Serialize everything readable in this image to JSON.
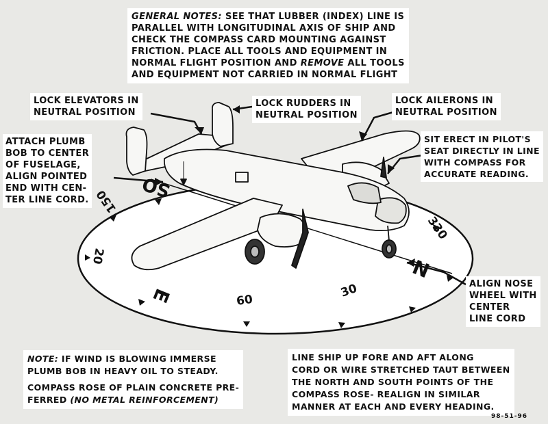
{
  "general_notes": {
    "heading": "GENERAL NOTES:",
    "line1_rest": "SEE THAT LUBBER (INDEX) LINE IS",
    "line2": "PARALLEL WITH LONGITUDINAL AXIS OF SHIP AND",
    "line3": "CHECK THE COMPASS CARD MOUNTING AGAINST",
    "line4": "FRICTION. PLACE ALL TOOLS AND EQUIPMENT IN",
    "line5_a": "NORMAL FLIGHT POSITION AND",
    "line5_em": "REMOVE",
    "line5_b": "ALL TOOLS",
    "line6": "AND EQUIPMENT NOT CARRIED IN NORMAL FLIGHT"
  },
  "callouts": {
    "lock_elevators": [
      "LOCK ELEVATORS IN",
      "NEUTRAL POSITION"
    ],
    "lock_rudders": [
      "LOCK RUDDERS IN",
      "NEUTRAL POSITION"
    ],
    "lock_ailerons": [
      "LOCK AILERONS IN",
      "NEUTRAL POSITION"
    ],
    "plumb_bob": [
      "ATTACH PLUMB",
      "BOB TO CENTER",
      "OF FUSELAGE,",
      "ALIGN POINTED",
      "END WITH CEN-",
      "TER LINE CORD."
    ],
    "sit_erect": [
      "SIT ERECT IN PILOT'S",
      "SEAT DIRECTLY IN LINE",
      "WITH COMPASS FOR",
      "ACCURATE READING."
    ],
    "align_nose": [
      "ALIGN NOSE",
      "WHEEL WITH",
      "CENTER",
      "LINE CORD"
    ]
  },
  "note": {
    "heading": "NOTE:",
    "line1_rest": "IF WIND IS BLOWING IMMERSE",
    "line2": "PLUMB BOB IN HEAVY OIL TO STEADY.",
    "line3": "COMPASS ROSE OF PLAIN CONCRETE PRE-",
    "line4_a": "FERRED",
    "line4_em": "(NO METAL REINFORCEMENT)"
  },
  "line_ship": [
    "LINE SHIP UP FORE AND AFT ALONG",
    "CORD OR WIRE STRETCHED TAUT BETWEEN",
    "THE NORTH AND SOUTH POINTS OF THE",
    "COMPASS ROSE- REALIGN IN SIMILAR",
    "MANNER AT EACH AND EVERY HEADING."
  ],
  "compass_rose": {
    "labels": {
      "north": "N",
      "south": "SO",
      "east": "E",
      "h330": "330",
      "h150": "150",
      "h30": "30",
      "h60": "60",
      "h120": "20"
    }
  },
  "doc_number": "98-51-96"
}
